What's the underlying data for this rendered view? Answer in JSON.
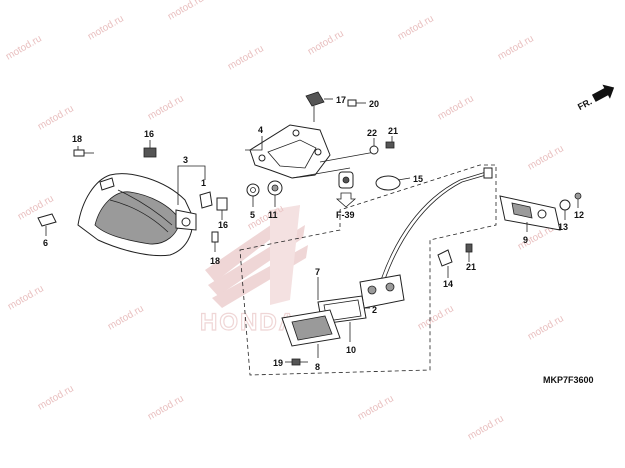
{
  "diagram": {
    "direction_label": "FR.",
    "ref_page": "F-39",
    "diagram_code": "MKP7F3600",
    "watermark_text": "motod.ru",
    "brand_text": "HONDA",
    "callouts": {
      "c1": "1",
      "c2": "2",
      "c3": "3",
      "c4": "4",
      "c5": "5",
      "c6": "6",
      "c7": "7",
      "c8": "8",
      "c9": "9",
      "c10": "10",
      "c11": "11",
      "c12": "12",
      "c13": "13",
      "c14": "14",
      "c15": "15",
      "c16a": "16",
      "c16b": "16",
      "c17": "17",
      "c18a": "18",
      "c18b": "18",
      "c19": "19",
      "c20": "20",
      "c21a": "21",
      "c21b": "21",
      "c22": "22"
    }
  }
}
